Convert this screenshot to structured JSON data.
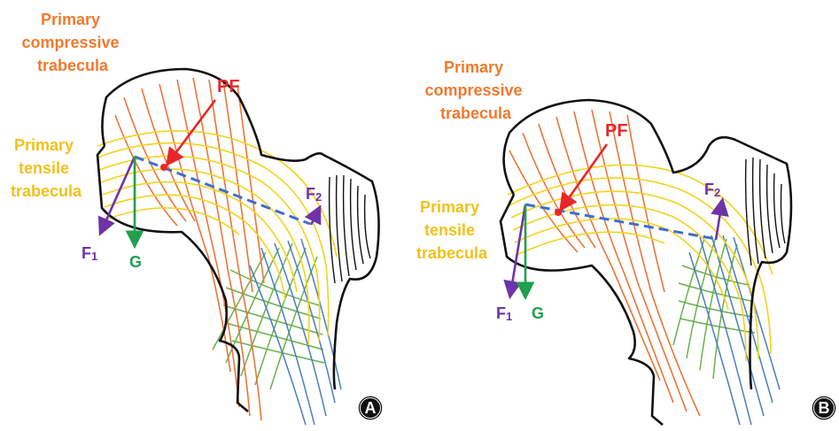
{
  "colors": {
    "compressive": "#e8763a",
    "tensile": "#f5d21c",
    "green_trabecula": "#6ab04c",
    "blue_trabecula": "#4a7ec0",
    "force_pf": "#e8262a",
    "force_f": "#6f34a7",
    "force_g": "#20a04a",
    "dashed_line": "#3d6fd0",
    "outline": "#111111"
  },
  "panels": [
    {
      "badge": "A",
      "compressive_label": [
        "Primary",
        "compressive",
        "trabecula"
      ],
      "tensile_label": [
        "Primary",
        "tensile",
        "trabecula"
      ],
      "pf_label": "PF",
      "f1_label": {
        "main": "F",
        "sub": "1"
      },
      "f2_label": {
        "main": "F",
        "sub": "2"
      },
      "g_label": "G"
    },
    {
      "badge": "B",
      "compressive_label": [
        "Primary",
        "compressive",
        "trabecula"
      ],
      "tensile_label": [
        "Primary",
        "tensile",
        "trabecula"
      ],
      "pf_label": "PF",
      "f1_label": {
        "main": "F",
        "sub": "1"
      },
      "f2_label": {
        "main": "F",
        "sub": "2"
      },
      "g_label": "G"
    }
  ]
}
